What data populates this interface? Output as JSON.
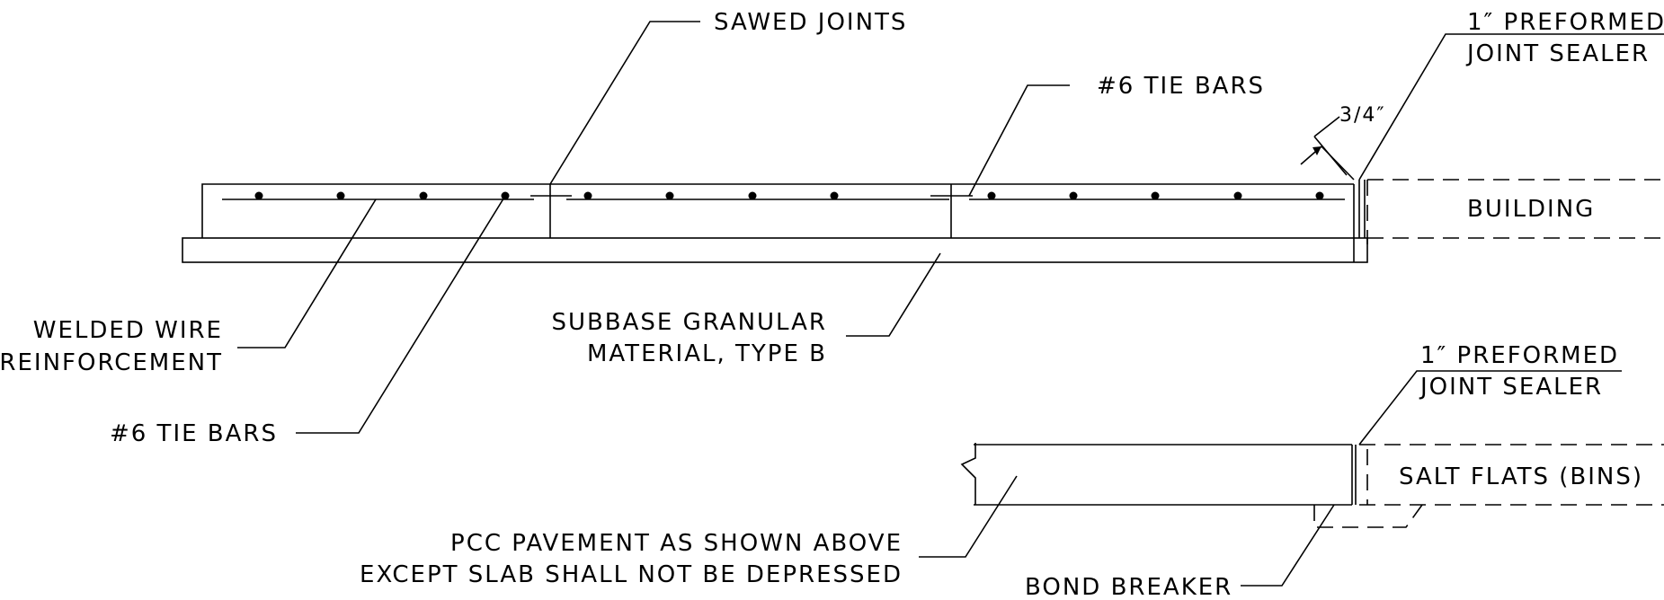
{
  "labels": {
    "sawed_joints": "SAWED JOINTS",
    "tie_bars_top": "#6 TIE BARS",
    "joint_sealer_top_line1": "1″ PREFORMED",
    "joint_sealer_top_line2": "JOINT SEALER",
    "three_quarter": "3/4″",
    "building": "BUILDING",
    "welded_wire_line1": "WELDED WIRE",
    "welded_wire_line2": "REINFORCEMENT",
    "subbase_line1": "SUBBASE GRANULAR",
    "subbase_line2": "MATERIAL, TYPE B",
    "tie_bars_left": "#6 TIE BARS",
    "joint_sealer_bottom_line1": "1″ PREFORMED",
    "joint_sealer_bottom_line2": "JOINT SEALER",
    "salt_flats": "SALT FLATS (BINS)",
    "pcc_line1": "PCC PAVEMENT AS SHOWN ABOVE",
    "pcc_line2": "EXCEPT SLAB SHALL NOT BE DEPRESSED",
    "bond_breaker": "BOND BREAKER"
  },
  "colors": {
    "ink": "#000000",
    "paper": "#ffffff"
  }
}
